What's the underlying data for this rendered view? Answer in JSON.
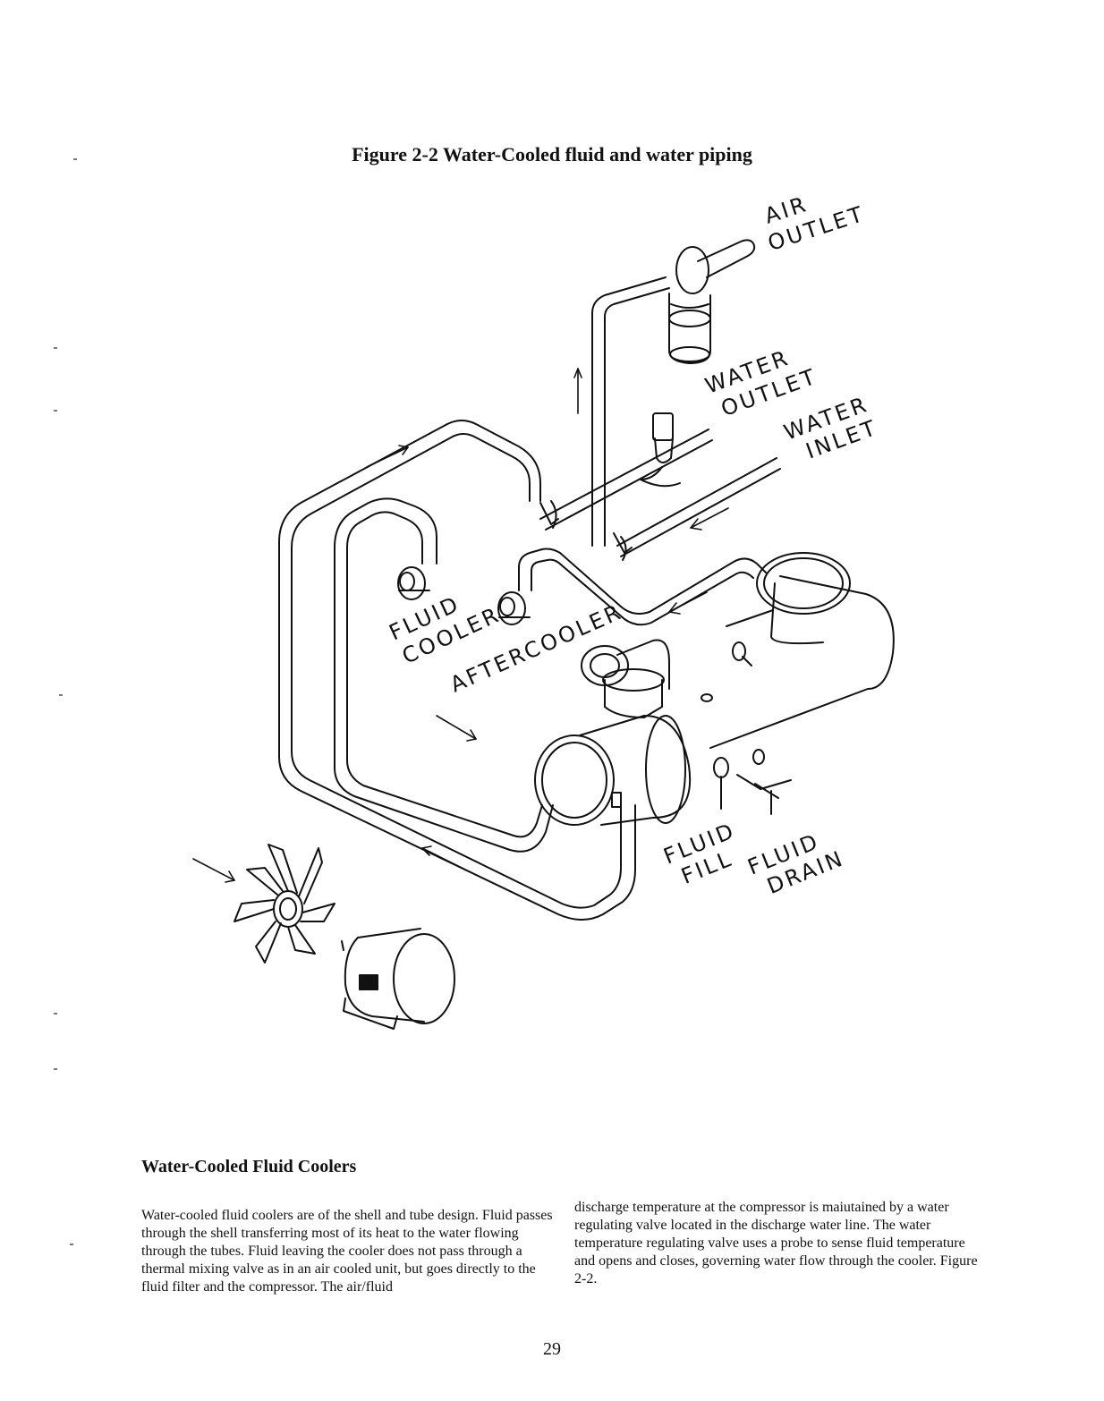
{
  "figure": {
    "title": "Figure 2-2 Water-Cooled fluid and water piping",
    "labels": {
      "air_outlet": [
        "AIR",
        "OUTLET"
      ],
      "water_outlet": [
        "WATER",
        "OUTLET"
      ],
      "water_inlet": [
        "WATER",
        "INLET"
      ],
      "fluid_cooler": [
        "FLUID",
        "COOLER"
      ],
      "aftercooler": "AFTERCOOLER",
      "fluid_fill": [
        "FLUID",
        "FILL"
      ],
      "fluid_drain": [
        "FLUID",
        "DRAIN"
      ]
    }
  },
  "section": {
    "heading": "Water-Cooled Fluid Coolers",
    "left_column": "Water-cooled fluid coolers are of the shell and tube design.  Fluid passes through the shell transferring most of its heat to the water flowing through the tubes.  Fluid leaving the cooler does not pass through a thermal mixing valve as in an air cooled unit, but goes directly to the fluid filter and the compressor.  The air/fluid",
    "right_column": "discharge temperature at the compressor is maiutained by a water regulating valve located in the discharge water line.  The water temperature regulating valve uses a probe to sense fluid temperature and opens and closes, governing water flow through the cooler.  Figure 2-2."
  },
  "page_number": "29"
}
